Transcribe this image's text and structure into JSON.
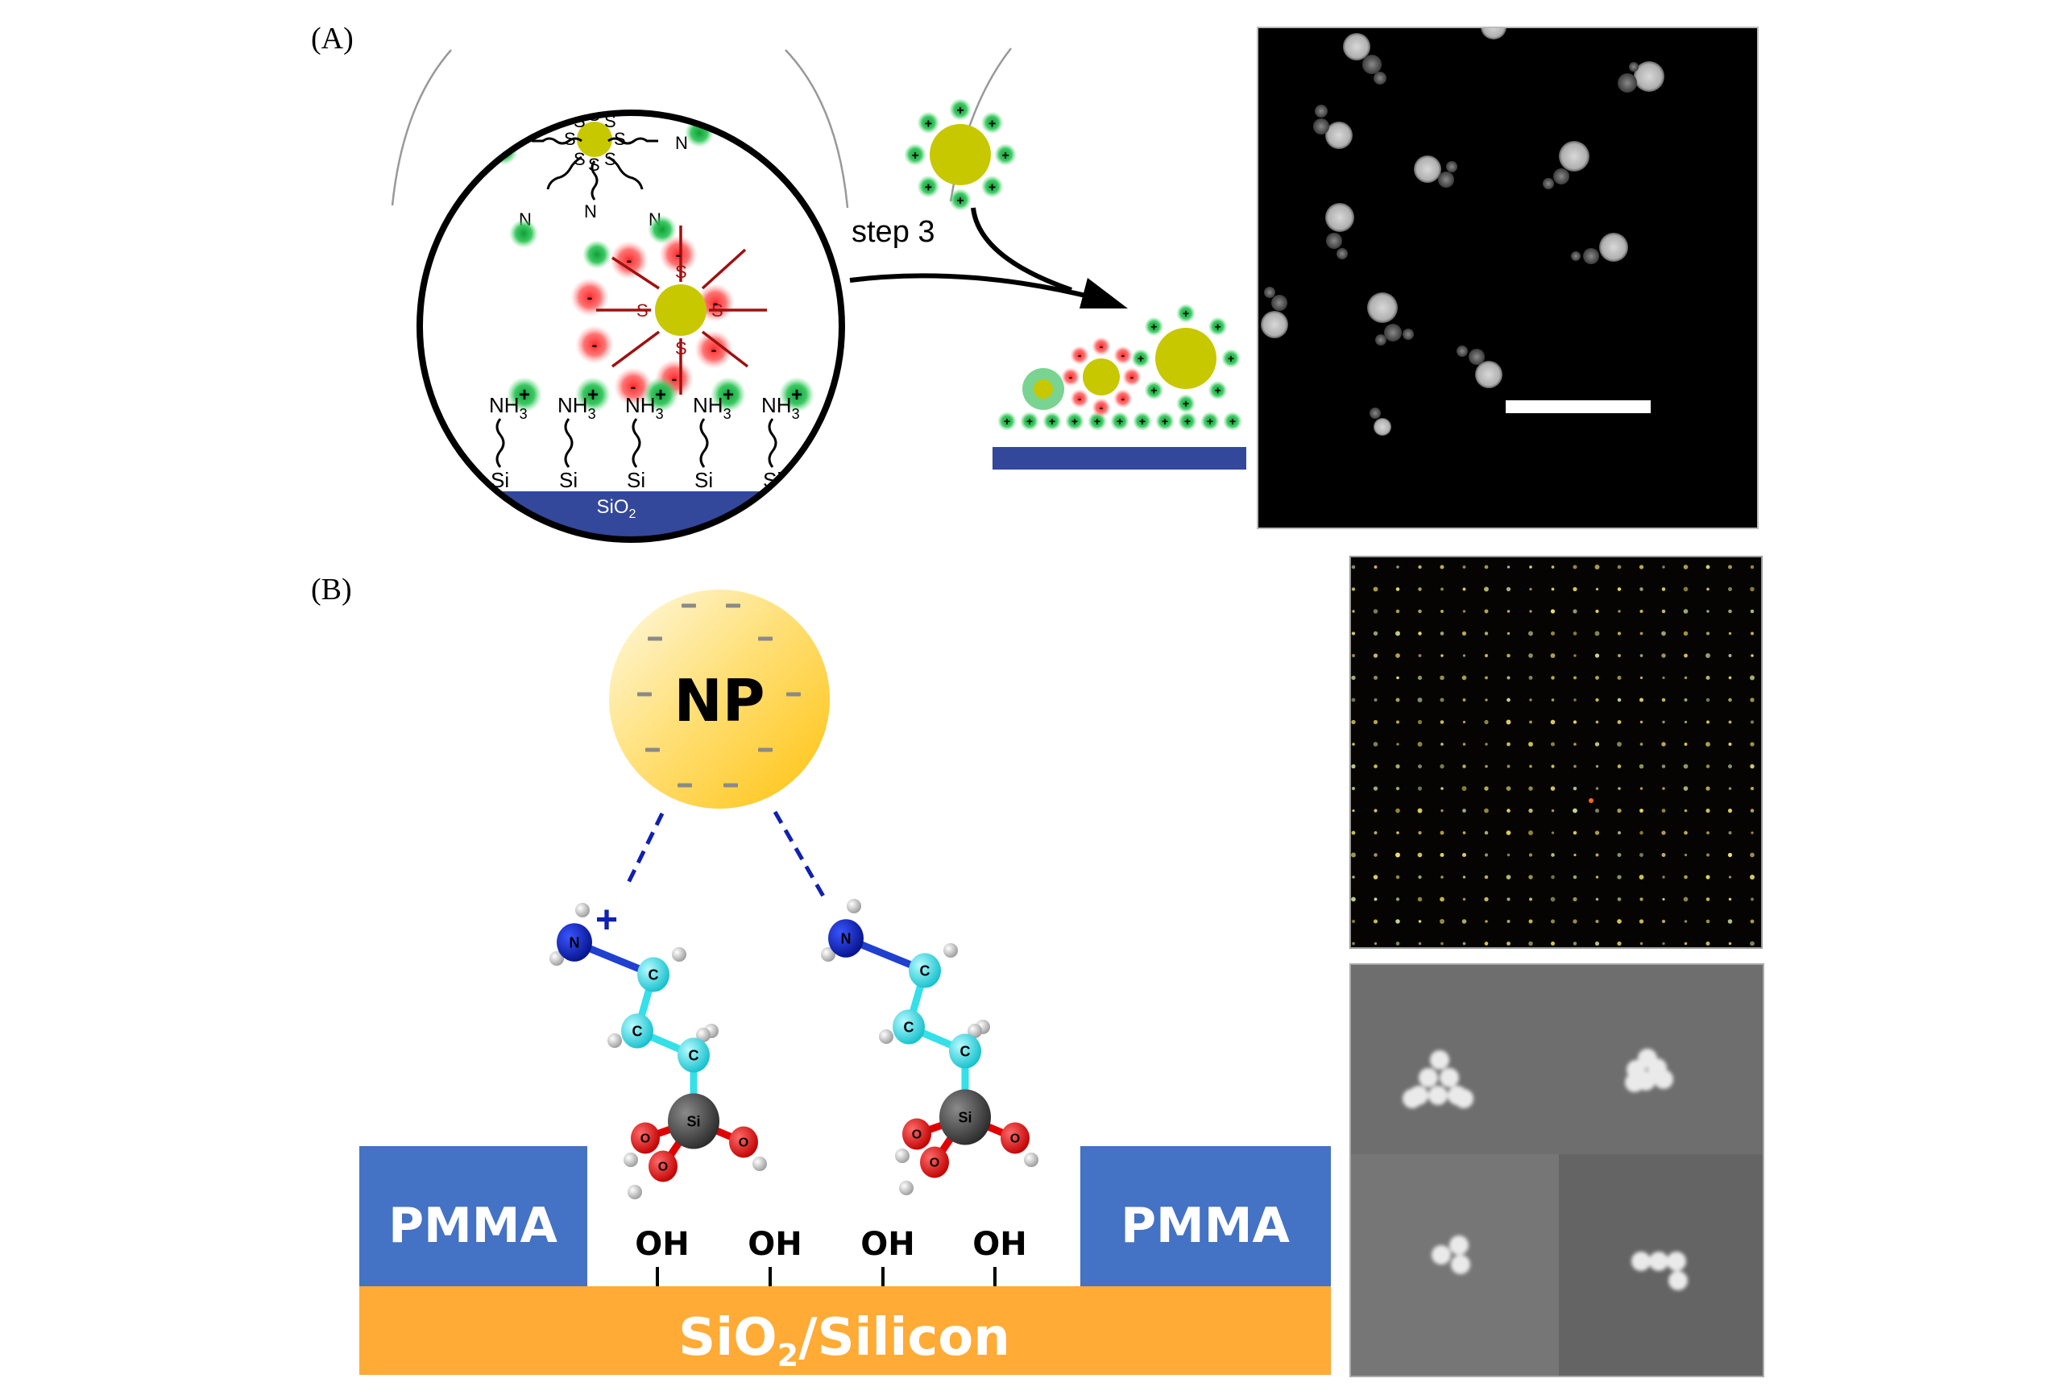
{
  "figure": {
    "panel_a": {
      "label": "(A)",
      "zoom_circle": {
        "cationic_np_ligand_atoms": [
          "S",
          "S",
          "S",
          "S",
          "S",
          "S",
          "S",
          "S",
          "S",
          "S"
        ],
        "amine_label": "N",
        "anionic_np_ligand_atom": "S",
        "surface_groups": [
          {
            "head": "NH",
            "sub": "3",
            "charge": "+",
            "anchor": "Si"
          },
          {
            "head": "NH",
            "sub": "3",
            "charge": "+",
            "anchor": "Si"
          },
          {
            "head": "NH",
            "sub": "3",
            "charge": "+",
            "anchor": "Si"
          },
          {
            "head": "NH",
            "sub": "3",
            "charge": "+",
            "anchor": "Si"
          },
          {
            "head": "NH",
            "sub": "3",
            "charge": "+",
            "anchor": "Si"
          }
        ],
        "substrate_label": "SiO",
        "substrate_sub": "2",
        "positive_symbol": "+",
        "negative_symbol": "-"
      },
      "step_label": "step 3",
      "sem_image": {
        "description": "SEM of heterodimer/trimer nanoparticle assemblies",
        "scale_bar": true
      }
    },
    "panel_b": {
      "label": "(B)",
      "nanoparticle_label": "NP",
      "nanoparticle_charge": "-",
      "molecules": [
        {
          "charge": "+",
          "atoms": [
            "N",
            "C",
            "C",
            "C",
            "Si",
            "O",
            "O",
            "O"
          ]
        },
        {
          "charge": "",
          "atoms": [
            "N",
            "C",
            "C",
            "C",
            "Si",
            "O",
            "O",
            "O"
          ]
        }
      ],
      "surface_groups": [
        "OH",
        "OH",
        "OH",
        "OH"
      ],
      "resist_left": "PMMA",
      "resist_right": "PMMA",
      "substrate_label": "SiO",
      "substrate_sub": "2",
      "substrate_suffix": "/Silicon",
      "darkfield_image": {
        "description": "dark-field optical image of nanoparticle array"
      },
      "sem_image": {
        "description": "SEM of nanoparticle clusters in patterned sites"
      }
    },
    "colors": {
      "gold_np": "#c8c800",
      "positive_glow": "#1fb84a",
      "negative_glow": "#ff3a3a",
      "anionic_ligand": "#a01010",
      "substrate_blue": "#33479b",
      "pmma_blue": "#4472c4",
      "silicon_orange": "#ffab36",
      "np_gold_light": "#fff3c0",
      "np_gold_dark": "#ffc20e",
      "nitrogen": "#0a1fc8",
      "carbon": "#35e0e8",
      "silicon_atom": "#3c3c3c",
      "oxygen": "#e00000",
      "hydrogen": "#e8e8e8",
      "dash_blue": "#1020b0"
    }
  }
}
